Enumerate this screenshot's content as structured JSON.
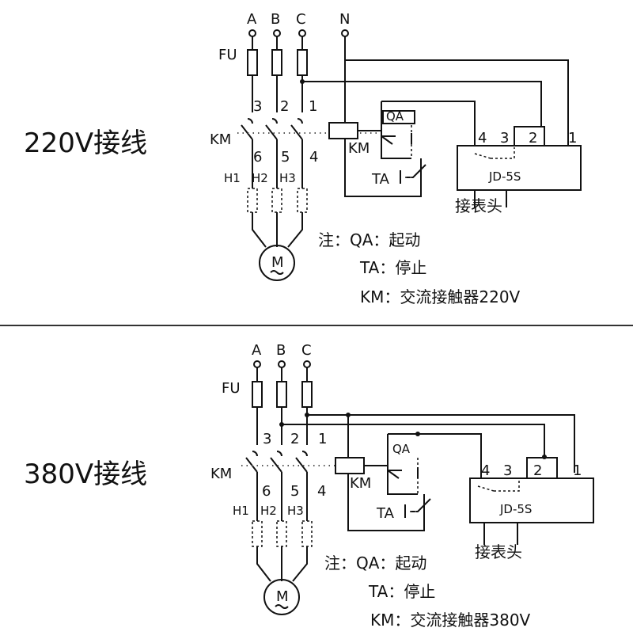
{
  "diagrams": [
    {
      "title": "220V接线",
      "phases": [
        "A",
        "B",
        "C",
        "N"
      ],
      "fuse_label": "FU",
      "contact_numbers": [
        "3",
        "2",
        "1"
      ],
      "lower_numbers": [
        "6",
        "5",
        "4"
      ],
      "heater_labels": [
        "H1",
        "H2",
        "H3"
      ],
      "km_label": "KM",
      "coil_label": "KM",
      "qa_label": "QA",
      "ta_label": "TA",
      "relay_label": "JD-5S",
      "terminal_labels": [
        "4",
        "3",
        "2",
        "1"
      ],
      "meter_label": "接表头",
      "motor_label": "M",
      "notes": [
        "注：QA：起动",
        "TA：停止",
        "KM：交流接触器220V"
      ]
    },
    {
      "title": "380V接线",
      "phases": [
        "A",
        "B",
        "C"
      ],
      "fuse_label": "FU",
      "contact_numbers": [
        "3",
        "2",
        "1"
      ],
      "lower_numbers": [
        "6",
        "5",
        "4"
      ],
      "heater_labels": [
        "H1",
        "H2",
        "H3"
      ],
      "km_label": "KM",
      "coil_label": "KM",
      "qa_label": "QA",
      "ta_label": "TA",
      "relay_label": "JD-5S",
      "terminal_labels": [
        "4",
        "3",
        "2",
        "1"
      ],
      "meter_label": "接表头",
      "motor_label": "M",
      "notes": [
        "注：QA：起动",
        "TA：停止",
        "KM：交流接触器380V"
      ]
    }
  ]
}
